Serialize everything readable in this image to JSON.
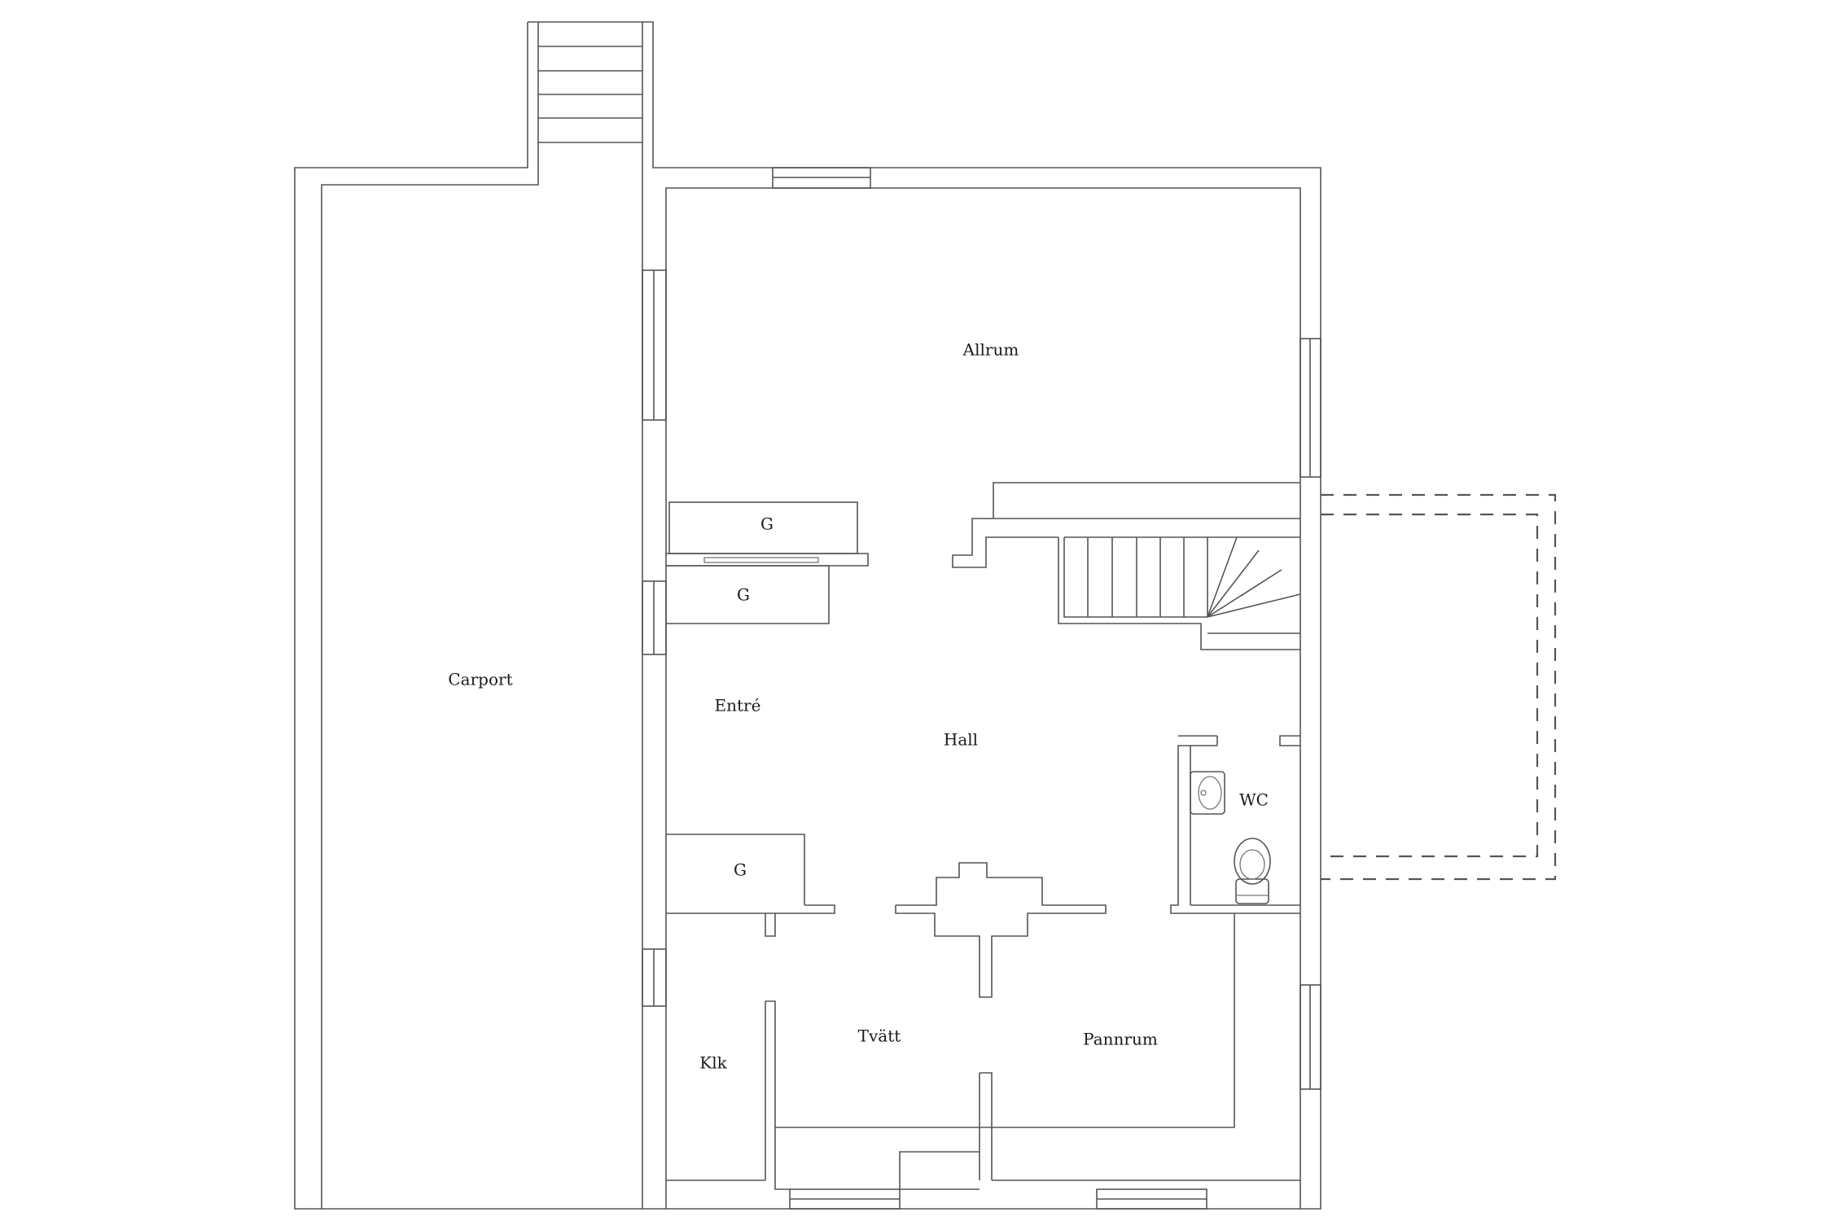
{
  "rooms": {
    "carport": "Carport",
    "allrum": "Allrum",
    "entre": "Entré",
    "hall": "Hall",
    "wc": "WC",
    "tvatt": "Tvätt",
    "pannrum": "Pannrum",
    "klk": "Klk",
    "g1": "G",
    "g2": "G",
    "g3": "G"
  }
}
